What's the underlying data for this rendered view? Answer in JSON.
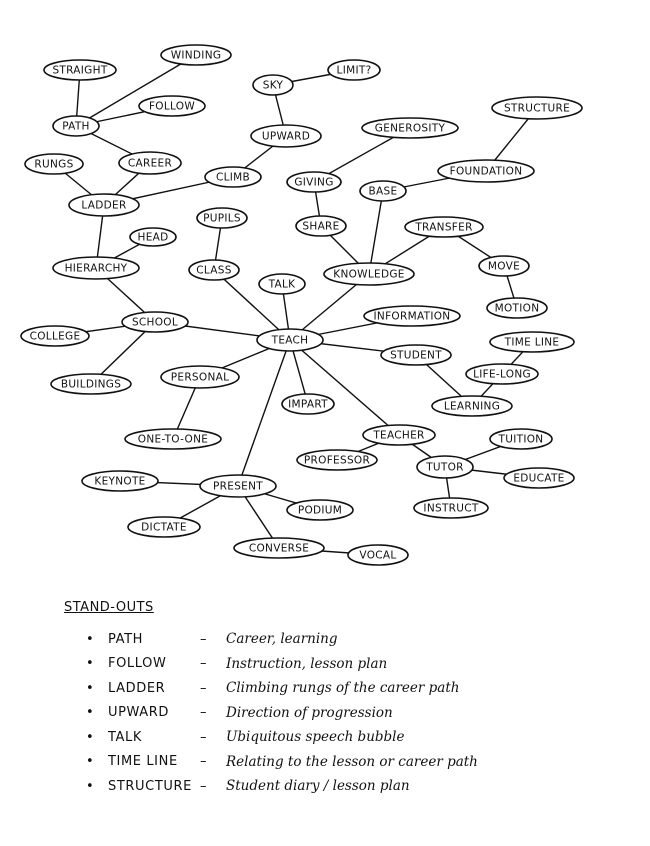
{
  "mindmap": {
    "nodes": [
      {
        "id": "teach",
        "label": "TEACH"
      },
      {
        "id": "talk",
        "label": "TALK"
      },
      {
        "id": "class",
        "label": "CLASS"
      },
      {
        "id": "pupils",
        "label": "PUPILS"
      },
      {
        "id": "school",
        "label": "SCHOOL"
      },
      {
        "id": "college",
        "label": "COLLEGE"
      },
      {
        "id": "buildings",
        "label": "BUILDINGS"
      },
      {
        "id": "hierarchy",
        "label": "HIERARCHY"
      },
      {
        "id": "head",
        "label": "HEAD"
      },
      {
        "id": "ladder",
        "label": "LADDER"
      },
      {
        "id": "rungs",
        "label": "RUNGS"
      },
      {
        "id": "career",
        "label": "CAREER"
      },
      {
        "id": "path",
        "label": "PATH"
      },
      {
        "id": "straight",
        "label": "STRAIGHT"
      },
      {
        "id": "winding",
        "label": "WINDING"
      },
      {
        "id": "follow",
        "label": "FOLLOW"
      },
      {
        "id": "climb",
        "label": "CLIMB"
      },
      {
        "id": "upward",
        "label": "UPWARD"
      },
      {
        "id": "sky",
        "label": "SKY"
      },
      {
        "id": "limit",
        "label": "LIMIT?"
      },
      {
        "id": "knowledge",
        "label": "KNOWLEDGE"
      },
      {
        "id": "share",
        "label": "SHARE"
      },
      {
        "id": "giving",
        "label": "GIVING"
      },
      {
        "id": "generosity",
        "label": "GENEROSITY"
      },
      {
        "id": "base",
        "label": "BASE"
      },
      {
        "id": "foundation",
        "label": "FOUNDATION"
      },
      {
        "id": "structure",
        "label": "STRUCTURE"
      },
      {
        "id": "transfer",
        "label": "TRANSFER"
      },
      {
        "id": "move",
        "label": "MOVE"
      },
      {
        "id": "motion",
        "label": "MOTION"
      },
      {
        "id": "information",
        "label": "INFORMATION"
      },
      {
        "id": "student",
        "label": "STUDENT"
      },
      {
        "id": "learning",
        "label": "LEARNING"
      },
      {
        "id": "lifelong",
        "label": "LIFE-LONG"
      },
      {
        "id": "timeline",
        "label": "TIME LINE"
      },
      {
        "id": "impart",
        "label": "IMPART"
      },
      {
        "id": "personal",
        "label": "PERSONAL"
      },
      {
        "id": "onetoone",
        "label": "ONE-TO-ONE"
      },
      {
        "id": "teacher",
        "label": "TEACHER"
      },
      {
        "id": "professor",
        "label": "PROFESSOR"
      },
      {
        "id": "tutor",
        "label": "TUTOR"
      },
      {
        "id": "tuition",
        "label": "TUITION"
      },
      {
        "id": "educate",
        "label": "EDUCATE"
      },
      {
        "id": "instruct",
        "label": "INSTRUCT"
      },
      {
        "id": "present",
        "label": "PRESENT"
      },
      {
        "id": "keynote",
        "label": "KEYNOTE"
      },
      {
        "id": "dictate",
        "label": "DICTATE"
      },
      {
        "id": "podium",
        "label": "PODIUM"
      },
      {
        "id": "converse",
        "label": "CONVERSE"
      },
      {
        "id": "vocal",
        "label": "VOCAL"
      }
    ],
    "edges": [
      [
        "teach",
        "talk"
      ],
      [
        "teach",
        "class"
      ],
      [
        "class",
        "pupils"
      ],
      [
        "teach",
        "school"
      ],
      [
        "school",
        "college"
      ],
      [
        "school",
        "buildings"
      ],
      [
        "school",
        "hierarchy"
      ],
      [
        "hierarchy",
        "head"
      ],
      [
        "hierarchy",
        "ladder"
      ],
      [
        "ladder",
        "rungs"
      ],
      [
        "ladder",
        "career"
      ],
      [
        "career",
        "path"
      ],
      [
        "path",
        "straight"
      ],
      [
        "path",
        "winding"
      ],
      [
        "path",
        "follow"
      ],
      [
        "ladder",
        "climb"
      ],
      [
        "climb",
        "upward"
      ],
      [
        "upward",
        "sky"
      ],
      [
        "sky",
        "limit"
      ],
      [
        "teach",
        "knowledge"
      ],
      [
        "knowledge",
        "share"
      ],
      [
        "share",
        "giving"
      ],
      [
        "giving",
        "generosity"
      ],
      [
        "knowledge",
        "base"
      ],
      [
        "base",
        "foundation"
      ],
      [
        "foundation",
        "structure"
      ],
      [
        "knowledge",
        "transfer"
      ],
      [
        "transfer",
        "move"
      ],
      [
        "move",
        "motion"
      ],
      [
        "teach",
        "information"
      ],
      [
        "teach",
        "student"
      ],
      [
        "student",
        "learning"
      ],
      [
        "learning",
        "lifelong"
      ],
      [
        "lifelong",
        "timeline"
      ],
      [
        "teach",
        "impart"
      ],
      [
        "teach",
        "personal"
      ],
      [
        "personal",
        "onetoone"
      ],
      [
        "teach",
        "teacher"
      ],
      [
        "teacher",
        "professor"
      ],
      [
        "teacher",
        "tutor"
      ],
      [
        "tutor",
        "tuition"
      ],
      [
        "tutor",
        "educate"
      ],
      [
        "tutor",
        "instruct"
      ],
      [
        "teach",
        "present"
      ],
      [
        "present",
        "keynote"
      ],
      [
        "present",
        "dictate"
      ],
      [
        "present",
        "podium"
      ],
      [
        "present",
        "converse"
      ],
      [
        "converse",
        "vocal"
      ]
    ]
  },
  "standouts": {
    "title": "STAND-OUTS",
    "bullet": "•",
    "dash": "–",
    "items": [
      {
        "term": "PATH",
        "desc": "Career, learning"
      },
      {
        "term": "FOLLOW",
        "desc": "Instruction, lesson plan"
      },
      {
        "term": "LADDER",
        "desc": "Climbing rungs of the career path"
      },
      {
        "term": "UPWARD",
        "desc": "Direction of progression"
      },
      {
        "term": "TALK",
        "desc": "Ubiquitous speech bubble"
      },
      {
        "term": "TIME LINE",
        "desc": "Relating to the lesson or career path"
      },
      {
        "term": "STRUCTURE",
        "desc": "Student diary / lesson plan"
      }
    ]
  }
}
